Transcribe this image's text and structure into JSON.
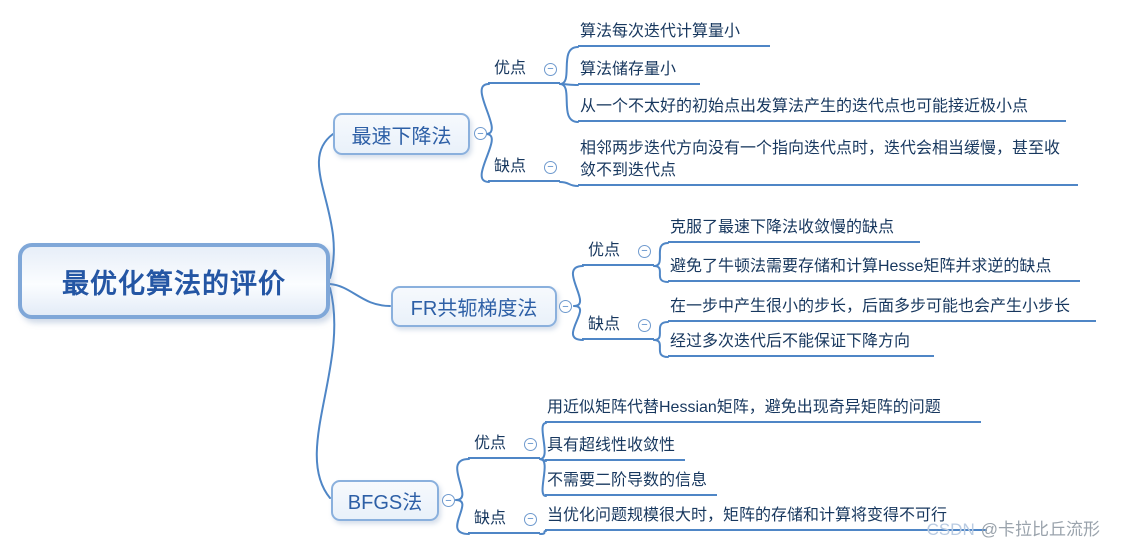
{
  "root": {
    "label": "最优化算法的评价"
  },
  "branches": [
    {
      "label": "最速下降法",
      "groups": [
        {
          "label": "优点",
          "items": [
            "算法每次迭代计算量小",
            "算法储存量小",
            "从一个不太好的初始点出发算法产生的迭代点也可能接近极小点"
          ]
        },
        {
          "label": "缺点",
          "items": [
            "相邻两步迭代方向没有一个指向迭代点时，迭代会相当缓慢，甚至收敛不到迭代点"
          ]
        }
      ]
    },
    {
      "label": "FR共轭梯度法",
      "groups": [
        {
          "label": "优点",
          "items": [
            "克服了最速下降法收敛慢的缺点",
            "避免了牛顿法需要存储和计算Hesse矩阵并求逆的缺点"
          ]
        },
        {
          "label": "缺点",
          "items": [
            "在一步中产生很小的步长，后面多步可能也会产生小步长",
            "经过多次迭代后不能保证下降方向"
          ]
        }
      ]
    },
    {
      "label": "BFGS法",
      "groups": [
        {
          "label": "优点",
          "items": [
            "用近似矩阵代替Hessian矩阵，避免出现奇异矩阵的问题",
            "具有超线性收敛性",
            "不需要二阶导数的信息"
          ]
        },
        {
          "label": "缺点",
          "items": [
            "当优化问题规模很大时，矩阵的存储和计算将变得不可行"
          ]
        }
      ]
    }
  ],
  "icons": {
    "collapse": "−"
  },
  "colors": {
    "line": "#4f86c6",
    "node_border": "#7fa7d8",
    "branch_text": "#2d5fa6",
    "root_text": "#2456a4",
    "leaf_text": "#17375e"
  },
  "watermark": {
    "brand": "CSDN",
    "author": "@卡拉比丘流形"
  }
}
